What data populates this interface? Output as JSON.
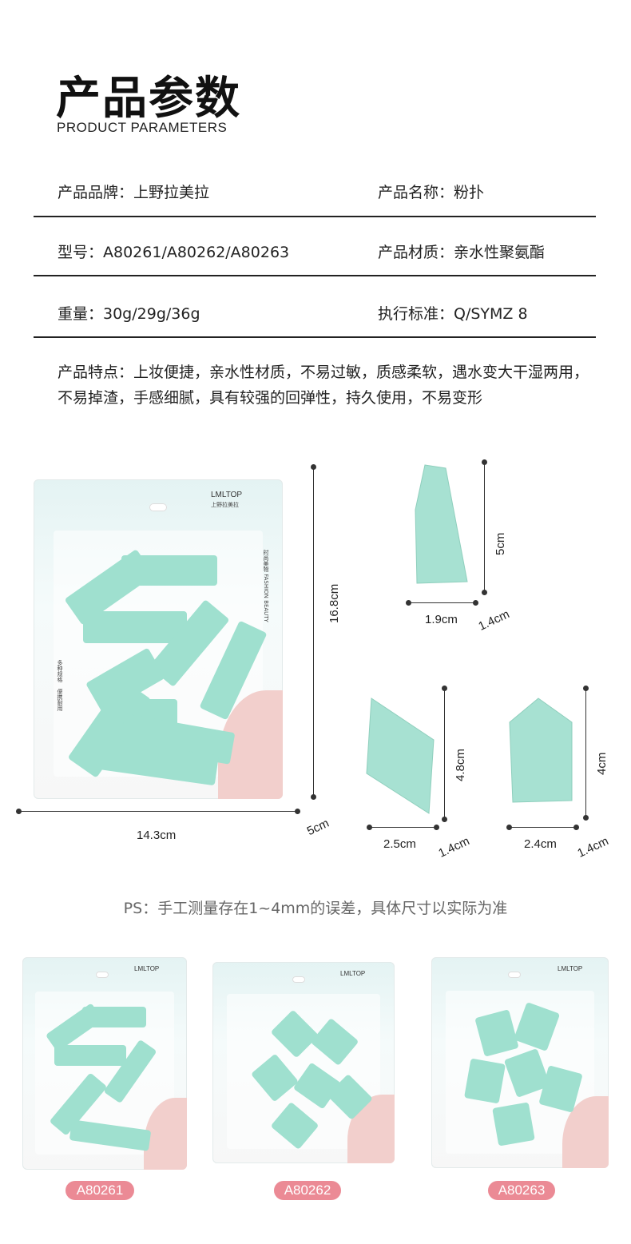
{
  "header": {
    "title": "产品参数",
    "subtitle": "PRODUCT  PARAMETERS"
  },
  "params": {
    "brand": "产品品牌：上野拉美拉",
    "name": "产品名称：粉扑",
    "model": "型号：A80261/A80262/A80263",
    "material": "产品材质：亲水性聚氨酯",
    "weight": "重量：30g/29g/36g",
    "standard": "执行标准：Q/SYMZ  8"
  },
  "features": "产品特点：上妆便捷，亲水性材质，不易过敏，质感柔软，遇水变大干湿两用，不易掉渣，手感细腻，具有较强的回弹性，持久使用，不易变形",
  "package_dims": {
    "height": "16.8cm",
    "width": "14.3cm",
    "depth": "5cm"
  },
  "sponge_a": {
    "height": "5cm",
    "width": "1.9cm",
    "depth": "1.4cm"
  },
  "sponge_b": {
    "height": "4.8cm",
    "width": "2.5cm",
    "depth": "1.4cm"
  },
  "sponge_c": {
    "height": "4cm",
    "width": "2.4cm",
    "depth": "1.4cm"
  },
  "bag_text": {
    "brand": "LMLTOP",
    "brand_cn": "上野拉美拉",
    "tagline": "时尚美物 FASHION BEAUTY",
    "side1": "多种规格",
    "side2": "便携耐用"
  },
  "note": "PS：手工测量存在1~4mm的误差，具体尺寸以实际为准",
  "variants": [
    "A80261",
    "A80262",
    "A80263"
  ],
  "colors": {
    "sponge": "#9fe0cf",
    "badge": "#eb8a95",
    "accent_pink": "#f2cfcc"
  }
}
